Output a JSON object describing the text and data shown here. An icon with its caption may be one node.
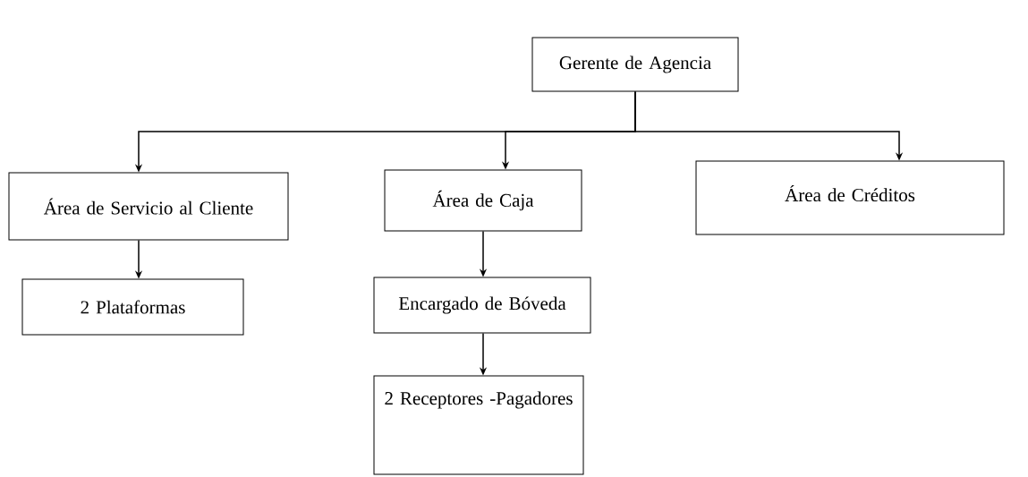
{
  "diagram": {
    "nodes": [
      {
        "text": [
          "Gerente de Agencia"
        ]
      },
      {
        "text": [
          "Área de Servicio al Cliente"
        ]
      },
      {
        "text": [
          "Área de Caja"
        ]
      },
      {
        "text": [
          "Área de Créditos"
        ]
      },
      {
        "text": [
          "2 Plataformas"
        ]
      },
      {
        "text": [
          "Encargado de Bóveda"
        ]
      },
      {
        "text": [
          "2 Receptores -Pagadores"
        ]
      }
    ],
    "edges": [
      {
        "from": 0,
        "to": 1,
        "arrow": "to"
      },
      {
        "from": 0,
        "to": 2,
        "arrow": "to"
      },
      {
        "from": 0,
        "to": 3,
        "arrow": "to"
      },
      {
        "from": 1,
        "to": 4,
        "arrow": "to"
      },
      {
        "from": 2,
        "to": 5,
        "arrow": "to"
      },
      {
        "from": 5,
        "to": 6,
        "arrow": "to"
      }
    ]
  }
}
